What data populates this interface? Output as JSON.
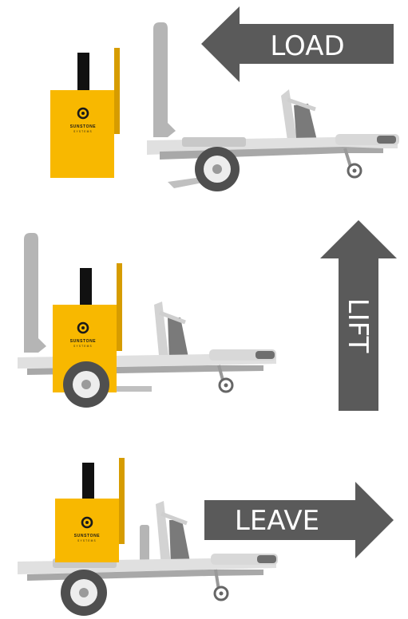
{
  "colors": {
    "arrow": "#5a5a5a",
    "arrow_text": "#ffffff",
    "generator_yellow": "#f8b800",
    "generator_yellow_dark": "#d69c00",
    "exhaust": "#111111",
    "trailer_light": "#dcdcdc",
    "trailer_mid": "#b5b5b5",
    "trailer_dark": "#8c8c8c",
    "tyre": "#555555"
  },
  "steps": [
    {
      "label": "LOAD",
      "direction": "left"
    },
    {
      "label": "LIFT",
      "direction": "up"
    },
    {
      "label": "LEAVE",
      "direction": "right"
    }
  ],
  "generator": {
    "brand": "SUNSTONE",
    "brand_sub": "SYSTEMS",
    "logo_icon": "sunstone-aperture-icon"
  }
}
